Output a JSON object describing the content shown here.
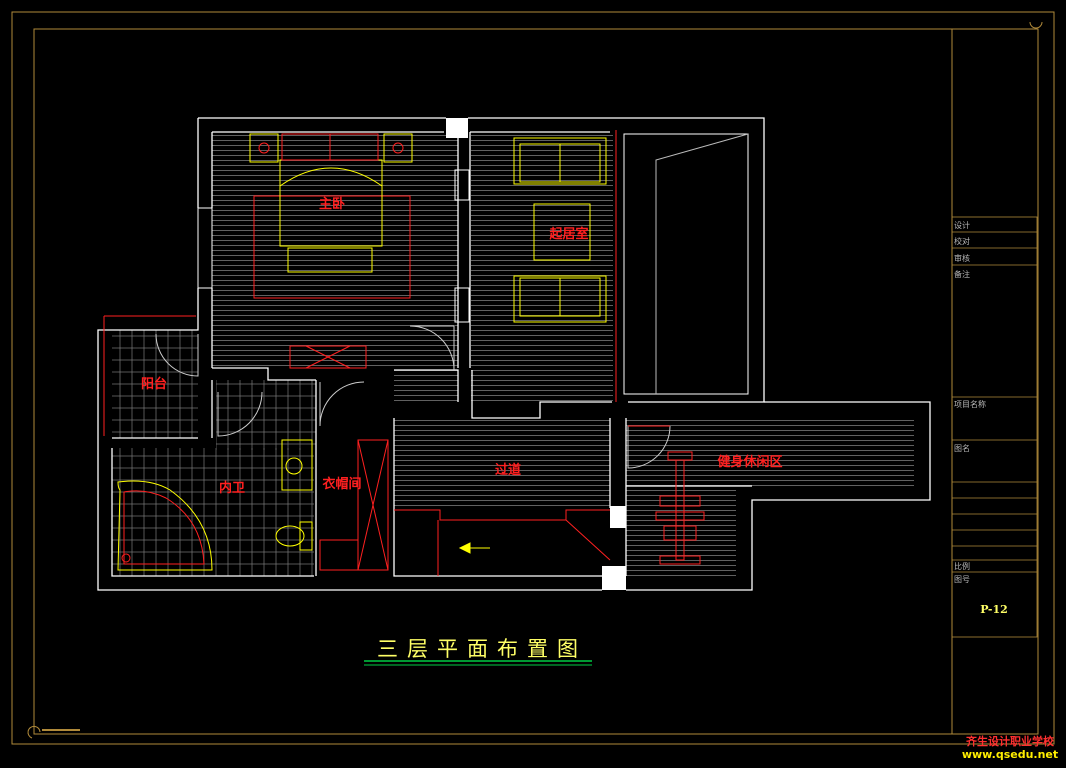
{
  "colors": {
    "background": "#000000",
    "wall": "#ffffff",
    "furniture": "#ffff00",
    "accent": "#ff2020",
    "hatch": "#9a9a9a",
    "frame": "#b08a3a"
  },
  "drawing_title": "三层平面布置图",
  "rooms": {
    "master_bedroom": "主卧",
    "lounge": "起居室",
    "balcony": "阳台",
    "bathroom": "内卫",
    "closet": "衣帽间",
    "corridor": "过道",
    "fitness": "健身休闲区"
  },
  "title_block": {
    "design": "设计",
    "check": "校对",
    "review": "审核",
    "notes": "备注",
    "project_name": "项目名称",
    "drawing_name": "图名",
    "scale": "比例",
    "sheet_label": "图号",
    "sheet_number": "P-12"
  },
  "watermark": {
    "line1": "齐生设计职业学校",
    "line2": "www.qsedu.net"
  }
}
